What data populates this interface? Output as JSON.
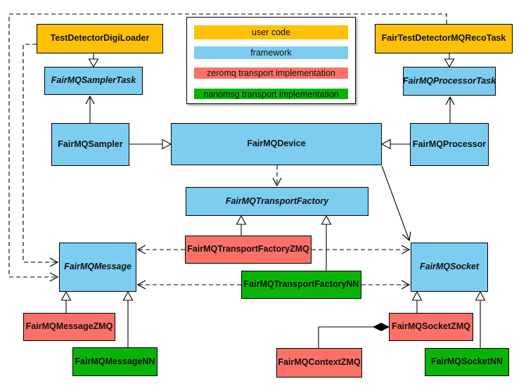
{
  "legend": {
    "items": [
      {
        "label": "user code",
        "color": "#FFC107"
      },
      {
        "label": "framework",
        "color": "#7DCDF1"
      },
      {
        "label": "zeromq transport implementation",
        "color": "#FB7168"
      },
      {
        "label": "nanomsg transport implementation",
        "color": "#09B409"
      }
    ]
  },
  "nodes": {
    "test_detector_digi_loader": {
      "label": "TestDetectorDigiLoader",
      "category": "user code",
      "abstract": false
    },
    "fair_test_detector_mq_reco_task": {
      "label": "FairTestDetectorMQRecoTask",
      "category": "user code",
      "abstract": false
    },
    "fairmq_sampler_task": {
      "label": "FairMQSamplerTask",
      "category": "framework",
      "abstract": true
    },
    "fairmq_processor_task": {
      "label": "FairMQProcessorTask",
      "category": "framework",
      "abstract": true
    },
    "fairmq_sampler": {
      "label": "FairMQSampler",
      "category": "framework",
      "abstract": false
    },
    "fairmq_device": {
      "label": "FairMQDevice",
      "category": "framework",
      "abstract": false
    },
    "fairmq_processor": {
      "label": "FairMQProcessor",
      "category": "framework",
      "abstract": false
    },
    "fairmq_transport_factory": {
      "label": "FairMQTransportFactory",
      "category": "framework",
      "abstract": true
    },
    "fairmq_transport_factory_zmq": {
      "label": "FairMQTransportFactoryZMQ",
      "category": "zeromq",
      "abstract": false
    },
    "fairmq_transport_factory_nn": {
      "label": "FairMQTransportFactoryNN",
      "category": "nanomsg",
      "abstract": false
    },
    "fairmq_message": {
      "label": "FairMQMessage",
      "category": "framework",
      "abstract": true
    },
    "fairmq_message_zmq": {
      "label": "FairMQMessageZMQ",
      "category": "zeromq",
      "abstract": false
    },
    "fairmq_message_nn": {
      "label": "FairMQMessageNN",
      "category": "nanomsg",
      "abstract": false
    },
    "fairmq_socket": {
      "label": "FairMQSocket",
      "category": "framework",
      "abstract": true
    },
    "fairmq_socket_zmq": {
      "label": "FairMQSocketZMQ",
      "category": "zeromq",
      "abstract": false
    },
    "fairmq_socket_nn": {
      "label": "FairMQSocketNN",
      "category": "nanomsg",
      "abstract": false
    },
    "fairmq_context_zmq": {
      "label": "FairMQContextZMQ",
      "category": "zeromq",
      "abstract": false
    }
  }
}
